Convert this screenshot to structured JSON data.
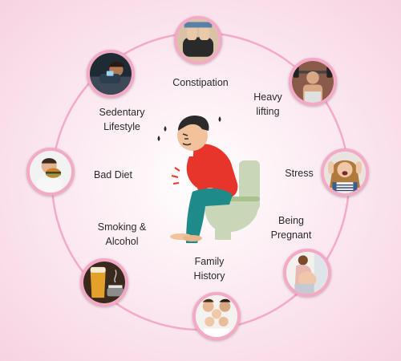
{
  "causes": [
    {
      "id": "constipation",
      "label": "Constipation",
      "icon": "toilet-feet-icon"
    },
    {
      "id": "heavy-lifting",
      "label": "Heavy\nlifting",
      "icon": "weightlifter-icon"
    },
    {
      "id": "stress",
      "label": "Stress",
      "icon": "stressed-woman-icon"
    },
    {
      "id": "being-pregnant",
      "label": "Being\nPregnant",
      "icon": "pregnant-woman-icon"
    },
    {
      "id": "family-history",
      "label": "Family\nHistory",
      "icon": "family-icon"
    },
    {
      "id": "smoking-alcohol",
      "label": "Smoking &\nAlcohol",
      "icon": "beer-cigarette-icon"
    },
    {
      "id": "bad-diet",
      "label": "Bad Diet",
      "icon": "burger-eating-icon"
    },
    {
      "id": "sedentary-lifestyle",
      "label": "Sedentary\nLifestyle",
      "icon": "man-on-couch-icon"
    }
  ],
  "center": {
    "icon": "man-straining-on-toilet-icon"
  },
  "colors": {
    "ring": "#f4a9c6",
    "background": "#fbe6ef",
    "shirt": "#e8352b",
    "pants": "#1f8a8a",
    "toilet": "#c9d6b8"
  }
}
